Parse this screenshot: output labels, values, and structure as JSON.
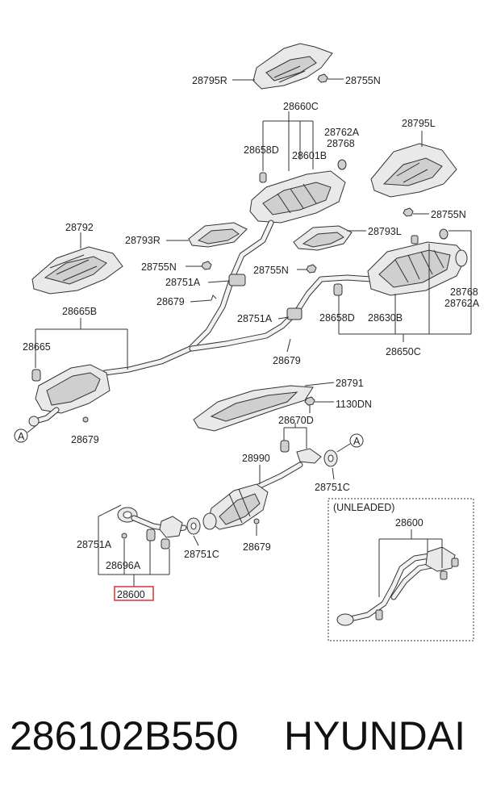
{
  "labels": {
    "p28795R": "28795R",
    "p28755N_top": "28755N",
    "p28660C": "28660C",
    "p28762A_top": "28762A",
    "p28768_top": "28768",
    "p28658D_top": "28658D",
    "p28601B": "28601B",
    "p28795L": "28795L",
    "p28755N_right": "28755N",
    "p28792": "28792",
    "p28793R": "28793R",
    "p28755N_left": "28755N",
    "p28751A_1": "28751A",
    "p28679_1": "28679",
    "p28793L": "28793L",
    "p28755N_mid": "28755N",
    "p28768_right": "28768",
    "p28762A_right": "28762A",
    "p28665B": "28665B",
    "p28751A_2": "28751A",
    "p28658D_right": "28658D",
    "p28630B": "28630B",
    "p28665": "28665",
    "p28679_2": "28679",
    "p28650C": "28650C",
    "p28791": "28791",
    "p1130DN": "1130DN",
    "p28670D": "28670D",
    "marker_a1": "A",
    "marker_a2": "A",
    "p28679_3": "28679",
    "p28990": "28990",
    "p28751C_1": "28751C",
    "unleaded": "(UNLEADED)",
    "p28600_inset": "28600",
    "p28751A_3": "28751A",
    "p28751C_2": "28751C",
    "p28679_4": "28679",
    "p28696A": "28696A",
    "p28600_main": "28600"
  },
  "highlight_color": "#e03030",
  "footer": {
    "part_number": "286102B550",
    "brand": "HYUNDAI"
  }
}
